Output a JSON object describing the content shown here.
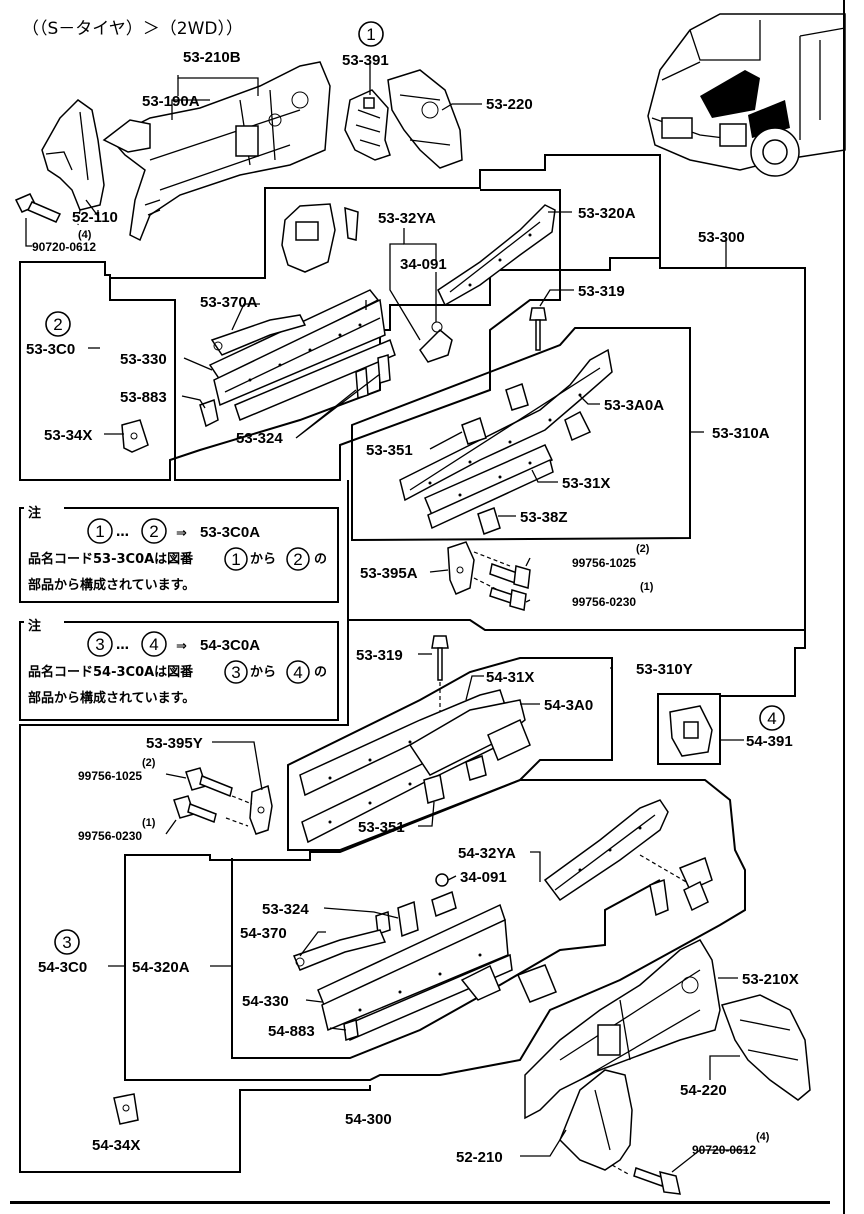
{
  "header": {
    "title": "（（S－タイヤ）＞（2WD））"
  },
  "callouts": {
    "c1": "1",
    "c2": "2",
    "c3": "3",
    "c4": "4"
  },
  "labels": {
    "p53_210B": "53-210B",
    "p53_190A": "53-190A",
    "p53_391": "53-391",
    "p53_220": "53-220",
    "p52_110": "52-110",
    "p90720_0612_top": "90720-0612",
    "qty4_top": "(4)",
    "p53_32YA": "53-32YA",
    "p53_320A": "53-320A",
    "p53_300": "53-300",
    "p34_091_top": "34-091",
    "p53_370A": "53-370A",
    "p53_3C0": "53-3C0",
    "p53_319_top": "53-319",
    "p53_330": "53-330",
    "p53_3A0A": "53-3A0A",
    "p53_883": "53-883",
    "p53_310A": "53-310A",
    "p53_34X": "53-34X",
    "p53_324_top": "53-324",
    "p53_351_top": "53-351",
    "p53_31X": "53-31X",
    "p53_38Z": "53-38Z",
    "p53_395A": "53-395A",
    "p99756_1025_top": "99756-1025",
    "qty2_top": "(2)",
    "p99756_0230_top": "99756-0230",
    "qty1_top": "(1)",
    "p53_319_mid": "53-319",
    "p53_310Y": "53-310Y",
    "p54_31X": "54-31X",
    "p54_3A0": "54-3A0",
    "p54_391": "54-391",
    "p53_395Y": "53-395Y",
    "p99756_1025_mid": "99756-1025",
    "qty2_mid": "(2)",
    "p99756_0230_mid": "99756-0230",
    "qty1_mid": "(1)",
    "p53_351_mid": "53-351",
    "p54_32YA": "54-32YA",
    "p34_091_mid": "34-091",
    "p53_324_mid": "53-324",
    "p54_370": "54-370",
    "p54_3C0": "54-3C0",
    "p54_320A": "54-320A",
    "p53_210X": "53-210X",
    "p54_330": "54-330",
    "p54_883": "54-883",
    "p54_220": "54-220",
    "p54_300": "54-300",
    "p54_34X": "54-34X",
    "p52_210": "52-210",
    "p90720_0612_bot": "90720-0612",
    "qty4_bot": "(4)"
  },
  "notes": [
    {
      "head": "注",
      "from": "1",
      "sep": "…",
      "to": "2",
      "arrow": "⇒",
      "code": "53-3C0A",
      "line1_a": "品名コード53-3C0Aは図番",
      "line1_b": "から",
      "line1_c": "の",
      "line2": "部品から構成されています。"
    },
    {
      "head": "注",
      "from": "3",
      "sep": "…",
      "to": "4",
      "arrow": "⇒",
      "code": "54-3C0A",
      "line1_a": "品名コード54-3C0Aは図番",
      "line1_b": "から",
      "line1_c": "の",
      "line2": "部品から構成されています。"
    }
  ]
}
